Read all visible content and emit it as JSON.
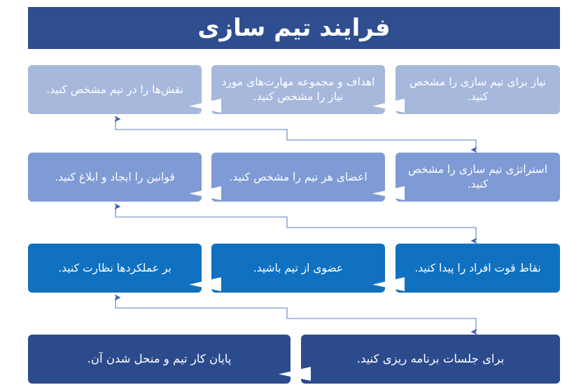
{
  "title": {
    "text": "فرایند تیم سازی"
  },
  "colors": {
    "title_banner": "#2E4E8F",
    "tier1": "#A6B8DC",
    "tier2": "#7F9BD5",
    "tier3": "#1071C0",
    "tier4": "#2C4B8D",
    "connector_line": "#4A6FB5",
    "text": "#FFFFFF",
    "background": "#FFFFFF"
  },
  "diagram": {
    "type": "serpentine-process-flow",
    "reading_direction": "right-to-left",
    "rows": [
      {
        "tier": 1,
        "steps": [
          {
            "order": 1,
            "text": "نیاز برای تیم سازی را مشخص کنید."
          },
          {
            "order": 2,
            "text": "اهداف و مجموعه مهارت‌های مورد نیاز را مشخص کنید."
          },
          {
            "order": 3,
            "text": "نقش‌ها را در تیم مشخص کنید."
          }
        ]
      },
      {
        "tier": 2,
        "steps": [
          {
            "order": 4,
            "text": "استراتژی تیم سازی را مشخص کنید."
          },
          {
            "order": 5,
            "text": "اعضای هر تیم را مشخص کنید."
          },
          {
            "order": 6,
            "text": "قوانین را ایجاد و ابلاغ کنید."
          }
        ]
      },
      {
        "tier": 3,
        "steps": [
          {
            "order": 7,
            "text": "نقاط قوت افراد را پیدا کنید."
          },
          {
            "order": 8,
            "text": "عضوی از تیم باشید."
          },
          {
            "order": 9,
            "text": "بر عملکردها نظارت کنید."
          }
        ]
      },
      {
        "tier": 4,
        "steps": [
          {
            "order": 10,
            "text": "برای جلسات برنامه ریزی کنید."
          },
          {
            "order": 11,
            "text": "پایان کار تیم و منحل شدن آن."
          }
        ]
      }
    ]
  },
  "connectors": [
    {
      "from_row": 1,
      "to_row": 2,
      "shape": "elbow-down-left"
    },
    {
      "from_row": 2,
      "to_row": 3,
      "shape": "elbow-down-left"
    },
    {
      "from_row": 3,
      "to_row": 4,
      "shape": "elbow-down-left"
    }
  ]
}
